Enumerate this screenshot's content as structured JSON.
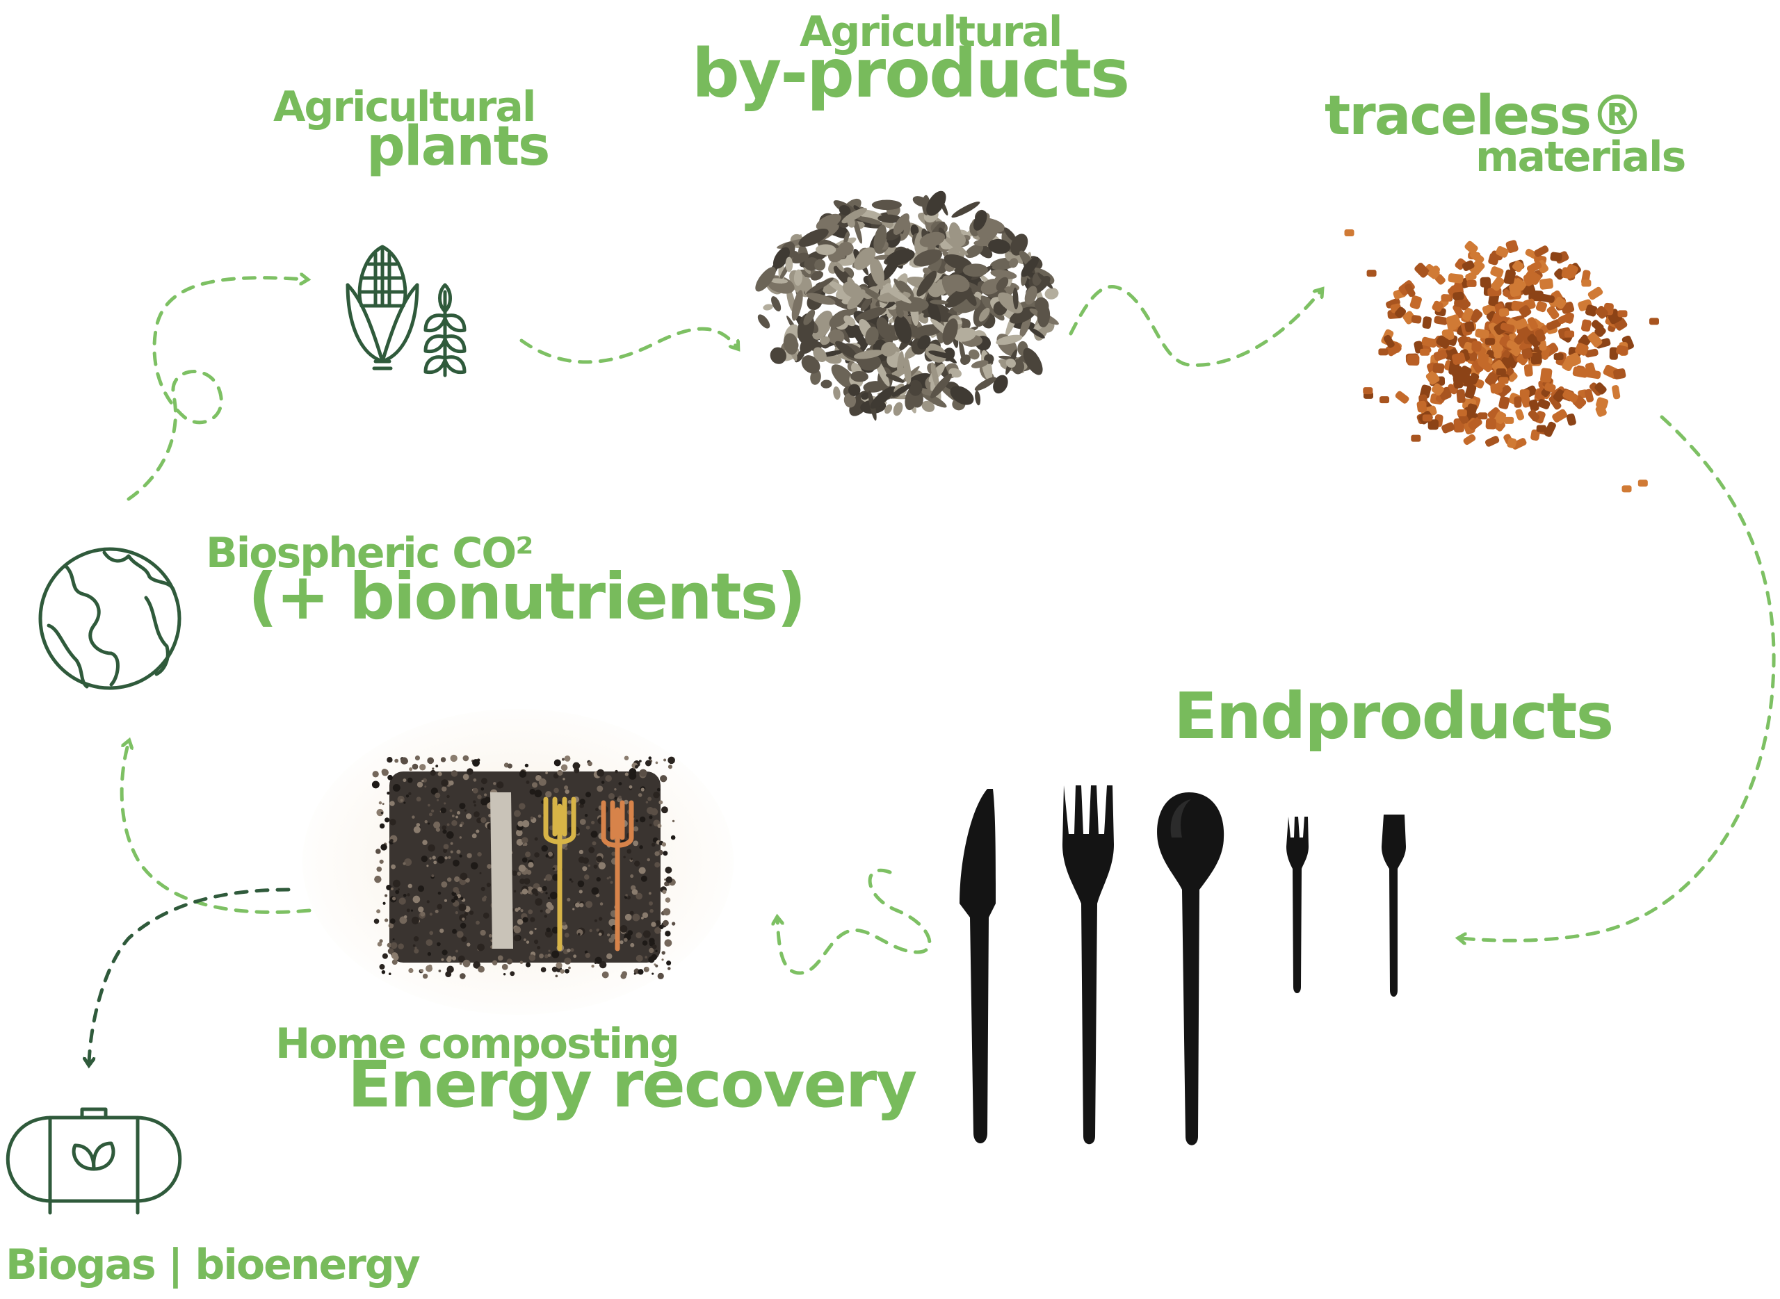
{
  "nodes": {
    "agricultural_plants": {
      "line1": "Agricultural",
      "line2": "plants",
      "icon": "corn-wheat-icon"
    },
    "agricultural_byproducts": {
      "line1": "Agricultural",
      "line2": "by-products",
      "image": "dried-plant-flakes"
    },
    "traceless_materials": {
      "line1": "traceless®",
      "line2": "materials",
      "image": "brown-pellets"
    },
    "endproducts": {
      "label": "Endproducts",
      "image": "black-cutlery-set"
    },
    "composting": {
      "line1": "Home composting",
      "line2": "Energy recovery",
      "image": "cutlery-in-compost"
    },
    "biospheric": {
      "line1": "Biospheric CO²",
      "line2": "(+ bionutrients)",
      "icon": "globe-icon"
    },
    "biogas": {
      "label": "Biogas | bioenergy",
      "icon": "biogas-tank-icon"
    }
  },
  "colors": {
    "accent": "#78bb5c",
    "arrow": "#7dc063",
    "dark": "#2f5a3b"
  }
}
